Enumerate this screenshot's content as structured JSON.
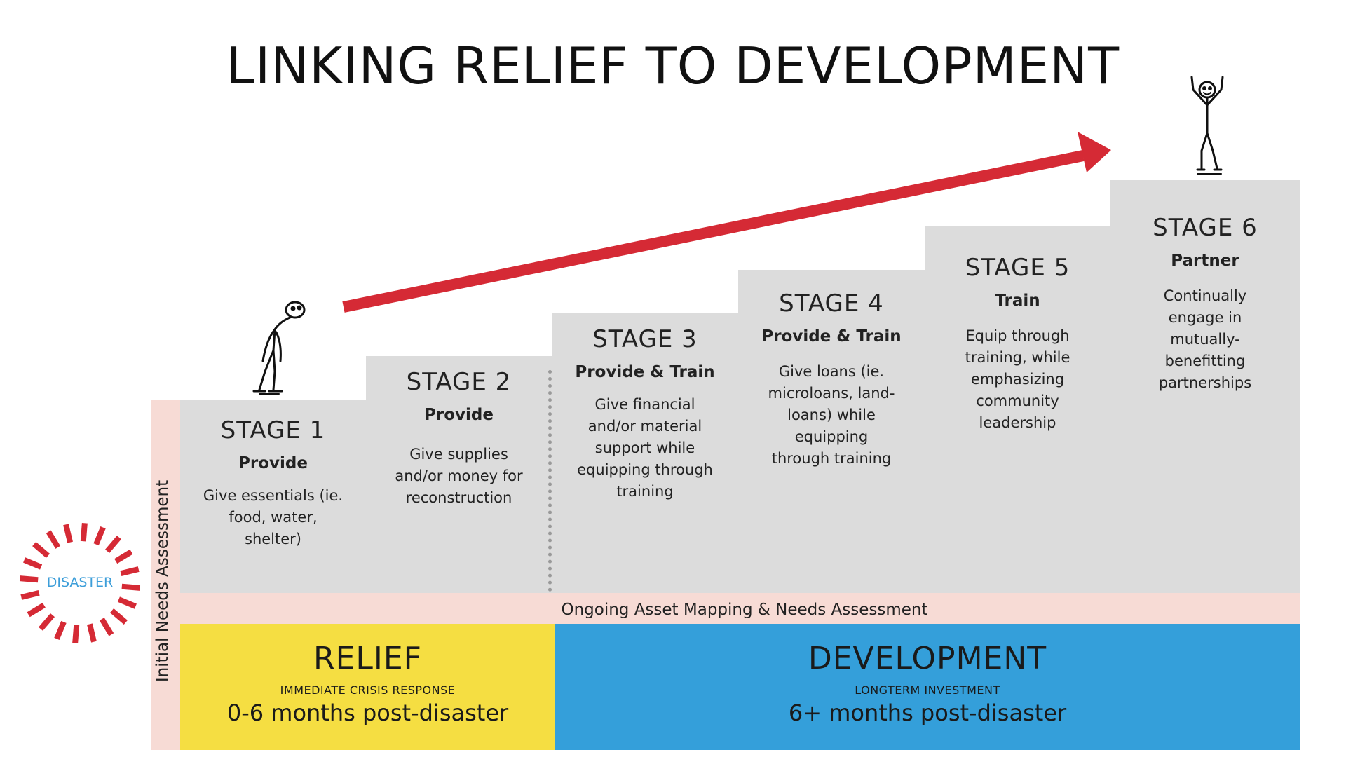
{
  "title": "LINKING RELIEF TO DEVELOPMENT",
  "stages": [
    {
      "stage": "STAGE 1",
      "action": "Provide",
      "description": "Give essentials (ie. food, water, shelter)"
    },
    {
      "stage": "STAGE 2",
      "action": "Provide",
      "description": "Give supplies and/or money for reconstruction"
    },
    {
      "stage": "STAGE 3",
      "action": "Provide & Train",
      "description": "Give financial and/or material support while equipping through training"
    },
    {
      "stage": "STAGE 4",
      "action": "Provide & Train",
      "description": "Give loans (ie. microloans, land-loans) while equipping through training"
    },
    {
      "stage": "STAGE 5",
      "action": "Train",
      "description": "Equip through training, while emphasizing community leadership"
    },
    {
      "stage": "STAGE 6",
      "action": "Partner",
      "description": "Continually engage in mutually-benefitting partnerships"
    }
  ],
  "initial_assessment": "Initial Needs Assessment",
  "ongoing_assessment": "Ongoing Asset Mapping & Needs Assessment",
  "disaster": "DISASTER",
  "relief": {
    "title": "RELIEF",
    "subtitle": "IMMEDIATE CRISIS RESPONSE",
    "duration": "0-6 months post-disaster"
  },
  "development": {
    "title": "DEVELOPMENT",
    "subtitle": "LONGTERM INVESTMENT",
    "duration": "6+ months post-disaster"
  },
  "colors": {
    "arrow": "#d52a35",
    "relief": "#f5de42",
    "development": "#349fda",
    "steps": "#dcdcdc",
    "assessment": "#f7dbd5",
    "disaster_burst": "#d52a35",
    "disaster_text": "#3d9ed9"
  },
  "icons": [
    "sad-stick-figure-icon",
    "happy-stick-figure-icon",
    "disaster-burst-icon",
    "progress-arrow-icon"
  ]
}
